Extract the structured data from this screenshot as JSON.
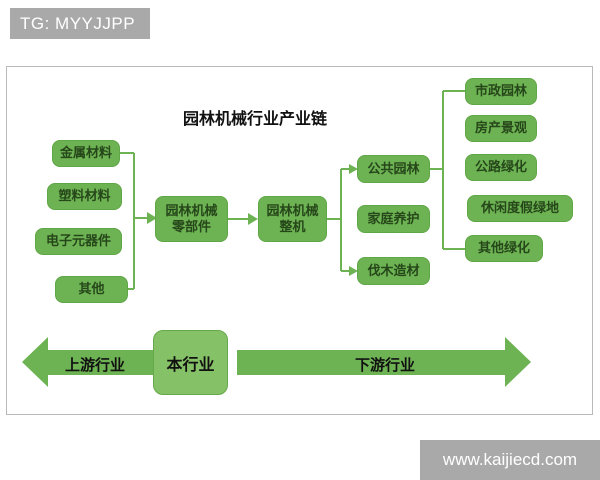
{
  "badge": {
    "label": "TG: MYYJJPP"
  },
  "diagram": {
    "title": "园林机械行业产业链",
    "upstream": {
      "label": "上游行业",
      "items": [
        {
          "label": "金属材料"
        },
        {
          "label": "塑料材料"
        },
        {
          "label": "电子元器件"
        },
        {
          "label": "其他"
        }
      ]
    },
    "industry": {
      "label": "本行业",
      "nodes": [
        {
          "lines": [
            "园林机械",
            "零部件"
          ]
        },
        {
          "lines": [
            "园林机械",
            "整机"
          ]
        }
      ]
    },
    "downstream": {
      "label": "下游行业",
      "items": [
        {
          "label": "公共园林"
        },
        {
          "label": "家庭养护"
        },
        {
          "label": "伐木造材"
        }
      ],
      "sub_items": [
        {
          "label": "市政园林"
        },
        {
          "label": "房产景观"
        },
        {
          "label": "公路绿化"
        },
        {
          "label": "休闲度假绿地"
        },
        {
          "label": "其他绿化"
        }
      ]
    }
  },
  "watermark": {
    "label": "www.kaijiecd.com"
  },
  "colors": {
    "box_green": "#6db353",
    "center_box_green": "#85c166",
    "connector_green": "#6db353",
    "badge_gray": "#a9a9a9",
    "box_text_green": "#26471a",
    "frame_gray": "#b9b9b9"
  }
}
